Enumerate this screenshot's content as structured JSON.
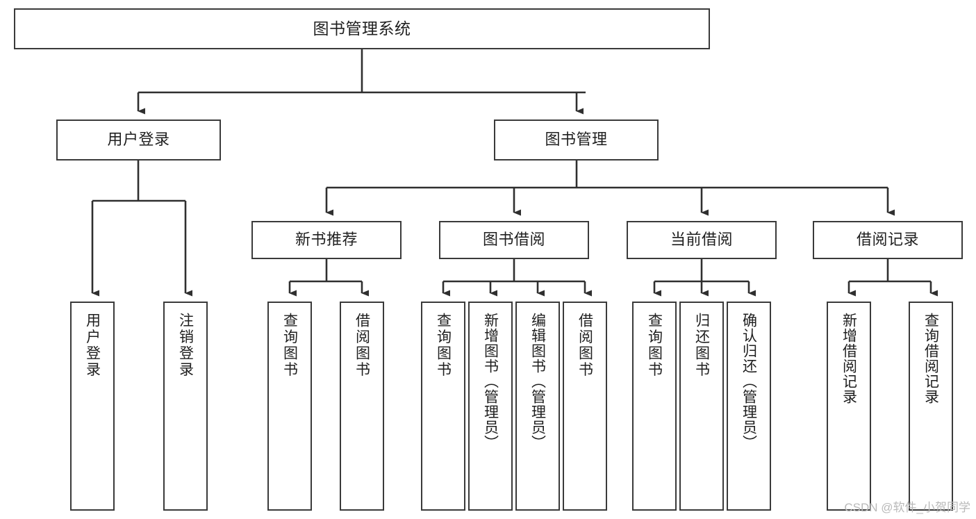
{
  "diagram": {
    "title": "图书管理系统",
    "type": "tree-hierarchy-chart",
    "orientation": "top-down"
  },
  "root": {
    "label": "图书管理系统"
  },
  "level2": [
    {
      "label": "用户登录"
    },
    {
      "label": "图书管理"
    }
  ],
  "level3": [
    {
      "label": "新书推荐"
    },
    {
      "label": "图书借阅"
    },
    {
      "label": "当前借阅"
    },
    {
      "label": "借阅记录"
    }
  ],
  "leaves": {
    "user_login": [
      {
        "label": "用户登录"
      },
      {
        "label": "注销登录"
      }
    ],
    "new_book_recommend": [
      {
        "label": "查询图书"
      },
      {
        "label": "借阅图书"
      }
    ],
    "book_borrow": [
      {
        "label": "查询图书"
      },
      {
        "label": "新增图书（管理员）"
      },
      {
        "label": "编辑图书（管理员）"
      },
      {
        "label": "借阅图书"
      }
    ],
    "current_borrow": [
      {
        "label": "查询图书"
      },
      {
        "label": "归还图书"
      },
      {
        "label": "确认归还（管理员）"
      }
    ],
    "borrow_record": [
      {
        "label": "新增借阅记录"
      },
      {
        "label": "查询借阅记录"
      }
    ]
  },
  "watermark": {
    "text": "CSDN @软件_小贺同学"
  },
  "colors": {
    "box_border": "#3a3a3a",
    "line": "#2f2f2f",
    "text": "#1f1f1f",
    "background": "#ffffff",
    "watermark": "#b9b9b9"
  }
}
